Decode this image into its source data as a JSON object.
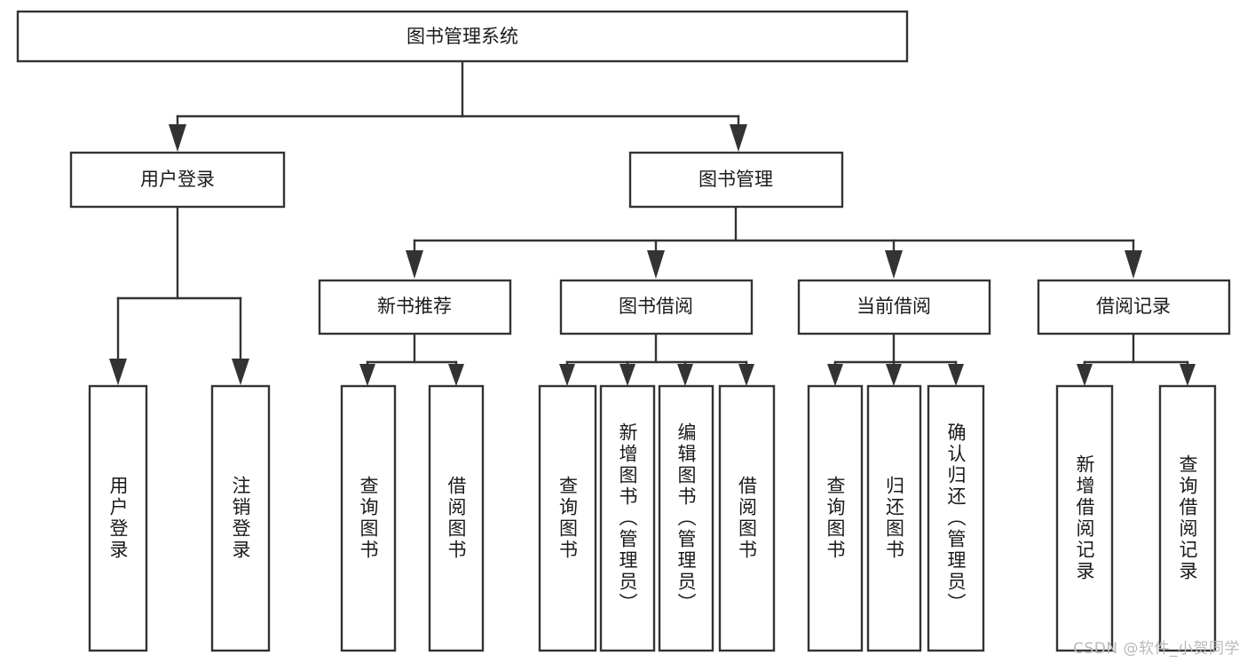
{
  "diagram": {
    "title": "图书管理系统",
    "watermark": "CSDN @软件_小贺同学",
    "root": {
      "id": "root",
      "label": "图书管理系统"
    },
    "level2": [
      {
        "id": "user-login",
        "label": "用户登录"
      },
      {
        "id": "book-manage",
        "label": "图书管理"
      }
    ],
    "level3": [
      {
        "id": "new-book-recommend",
        "label": "新书推荐"
      },
      {
        "id": "book-borrow",
        "label": "图书借阅"
      },
      {
        "id": "current-borrow",
        "label": "当前借阅"
      },
      {
        "id": "borrow-record",
        "label": "借阅记录"
      }
    ],
    "leaves": [
      {
        "id": "leaf-user-login",
        "label": "用户登录",
        "parent": "user-login"
      },
      {
        "id": "leaf-logout-login",
        "label": "注销登录",
        "parent": "user-login"
      },
      {
        "id": "leaf-query-book-1",
        "label": "查询图书",
        "parent": "new-book-recommend"
      },
      {
        "id": "leaf-borrow-book-1",
        "label": "借阅图书",
        "parent": "new-book-recommend"
      },
      {
        "id": "leaf-query-book-2",
        "label": "查询图书",
        "parent": "book-borrow"
      },
      {
        "id": "leaf-add-book",
        "label": "新增图书（管理员）",
        "parent": "book-borrow"
      },
      {
        "id": "leaf-edit-book",
        "label": "编辑图书（管理员）",
        "parent": "book-borrow"
      },
      {
        "id": "leaf-borrow-book-2",
        "label": "借阅图书",
        "parent": "book-borrow"
      },
      {
        "id": "leaf-query-book-3",
        "label": "查询图书",
        "parent": "current-borrow"
      },
      {
        "id": "leaf-return-book",
        "label": "归还图书",
        "parent": "current-borrow"
      },
      {
        "id": "leaf-confirm-return",
        "label": "确认归还（管理员）",
        "parent": "current-borrow"
      },
      {
        "id": "leaf-add-borrow-record",
        "label": "新增借阅记录",
        "parent": "borrow-record"
      },
      {
        "id": "leaf-query-borrow-record",
        "label": "查询借阅记录",
        "parent": "borrow-record"
      }
    ],
    "colors": {
      "stroke": "#333333",
      "fill": "#ffffff",
      "text": "#1a1a1a",
      "watermark": "#b9b9b9"
    }
  }
}
